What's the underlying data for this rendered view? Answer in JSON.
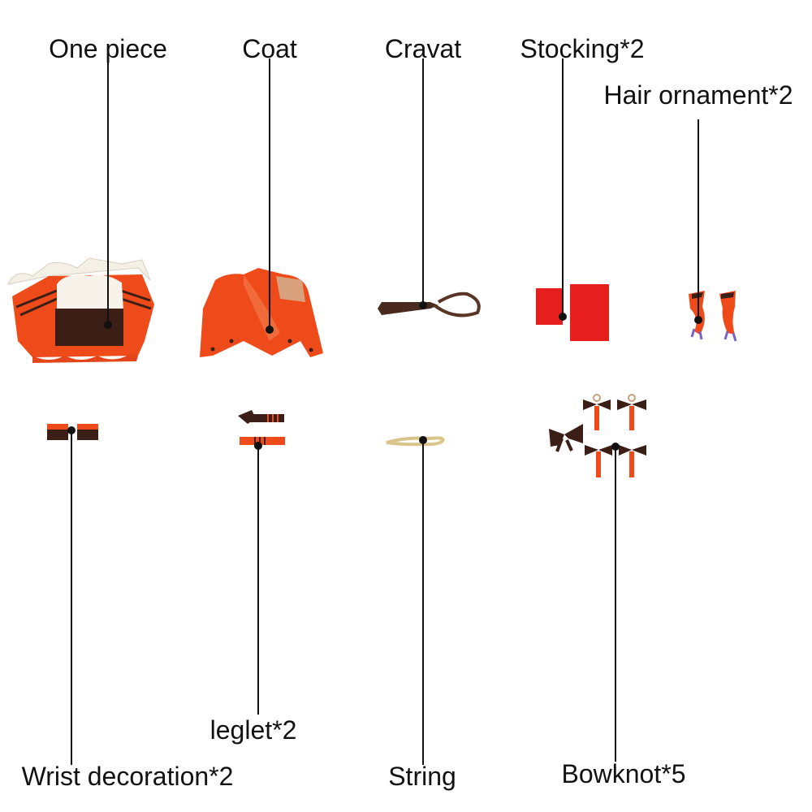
{
  "labels": {
    "one_piece": "One piece",
    "coat": "Coat",
    "cravat": "Cravat",
    "stocking": "Stocking*2",
    "hair_ornament": "Hair ornament*2",
    "wrist_decoration": "Wrist decoration*2",
    "leglet": "leglet*2",
    "string": "String",
    "bowknot": "Bowknot*5"
  },
  "colors": {
    "orange": "#ee4a1a",
    "dark_brown": "#3b1f17",
    "red": "#e61e1e",
    "cream": "#f5f0e6",
    "gold": "#d9c58a",
    "purple": "#7a63c7",
    "line": "#111111"
  }
}
